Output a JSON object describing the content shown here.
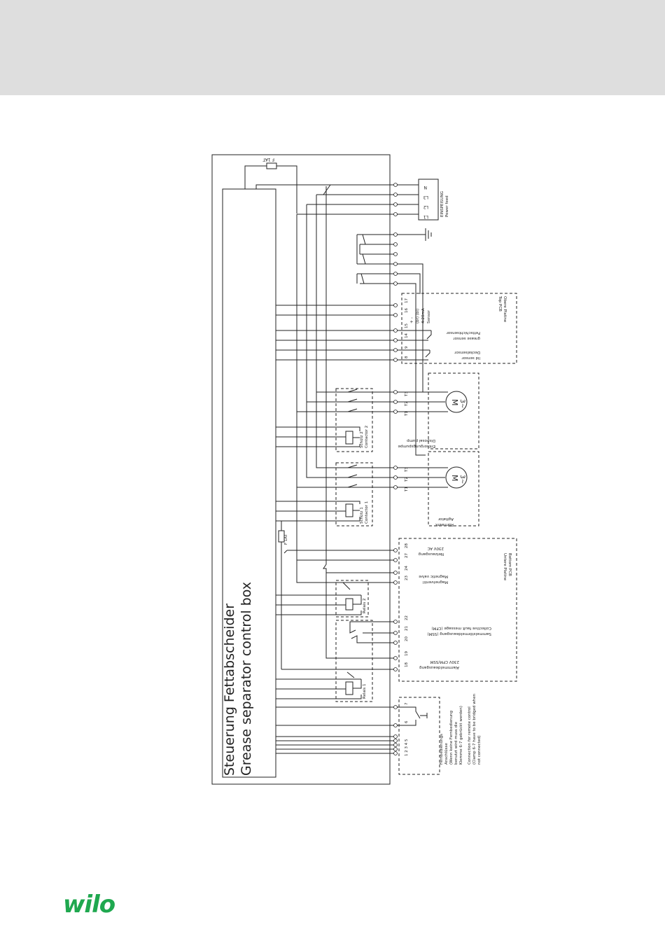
{
  "brand": {
    "logo_text": "wilo",
    "color": "#1fa84f"
  },
  "header_band_color": "#dedede",
  "box": {
    "title_de": "Steuerung Fettabscheider",
    "title_en": "Grease separator control box"
  },
  "fuses": {
    "top": "F 1AT",
    "mid": "F 1AT"
  },
  "power_feed": {
    "label_de": "EINSPEISUNG",
    "label_en": "Power feed",
    "terminals": [
      "N",
      "L3",
      "L2",
      "L1"
    ]
  },
  "top_pcb": {
    "label_de": "Obere Platine",
    "label_en": "Top PCB"
  },
  "sensor": {
    "terminals": [
      "17",
      "16"
    ],
    "label1": "4-20mA",
    "label2": "Sensor",
    "label3": "(br) (bl)",
    "signs": "+   -"
  },
  "grease_sensor": {
    "terminals": [
      "15",
      "14"
    ],
    "label_de": "Fettschichtsensor",
    "label_en": "grease sensor"
  },
  "lid_sensor": {
    "terminals": [
      "9",
      "8"
    ],
    "label_de": "Deckelsensor",
    "label_en": "lid sensor"
  },
  "disposal_pump": {
    "label_de": "Entsorgungspumpe",
    "label_en": "Disposal pump",
    "terminals": [
      "T1",
      "T2",
      "T3"
    ],
    "motor": "M",
    "phase": "3~"
  },
  "agitator": {
    "label_de": "Rührwerk",
    "label_en": "Agitator",
    "terminals": [
      "T1",
      "T2",
      "T3"
    ],
    "motor": "M",
    "phase": "3~"
  },
  "contactor2": {
    "label_de": "Schütz 2",
    "label_en": "Contactor 2"
  },
  "contactor1": {
    "label_de": "Schütz 1",
    "label_en": "Contactor 1"
  },
  "bottom_pcb": {
    "label_de": "Untere Platine",
    "label_en": "Bottom PCB"
  },
  "mains_output": {
    "terminals": [
      "28",
      "27"
    ],
    "label_de": "Netzausgang",
    "label_en": "230V AC"
  },
  "magnetic_valve": {
    "terminals": [
      "24",
      "23"
    ],
    "label_de": "Magnetventil",
    "label_en": "Magnetic valve"
  },
  "relay2": {
    "label": "Relais 2"
  },
  "relay1": {
    "label": "Relais 1"
  },
  "collective_fault": {
    "terminals": [
      "22",
      "21",
      "20"
    ],
    "label_de": "Sammelstörmeldeausgang (SSM)",
    "label_en": "Collective fault message (CFM)"
  },
  "alarm_output": {
    "terminals": [
      "19",
      "18"
    ],
    "label_de": "Alarmmeldeausgang",
    "label_en": "230V CFM/SSM"
  },
  "remote": {
    "terminals": [
      "7",
      "6",
      "1 2 3 4 5"
    ],
    "de_lines": [
      "Fernbedienungs",
      "Anschlüsse",
      "(Wenn keine Fernbedienung",
      "benutzt wird muss die",
      "Klemme 6-7 gebrückt werden)"
    ],
    "en_lines": [
      "Connection for remote control",
      "(Clamp 6-7 have to be bridged when",
      "not connected)"
    ]
  }
}
